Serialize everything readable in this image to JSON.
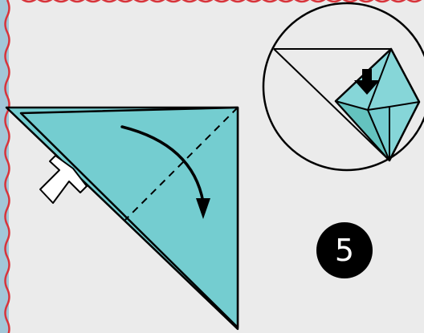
{
  "step": {
    "number": "5"
  },
  "colors": {
    "background": "#ebebeb",
    "paper": "#74cdd0",
    "paper_shadow": "#64c3bf",
    "paper_light": "#86d6d8",
    "border_blue": "#a3c7d8",
    "border_red": "#d8343b",
    "stroke": "#000000",
    "badge": "#000000",
    "badge_text": "#ffffff"
  },
  "icons": {
    "fold_arrow": "curved-fold-arrow",
    "push_arrow": "down-arrow",
    "hand_pointer": "pointer-tab",
    "detail_view": "magnified-detail-circle"
  }
}
